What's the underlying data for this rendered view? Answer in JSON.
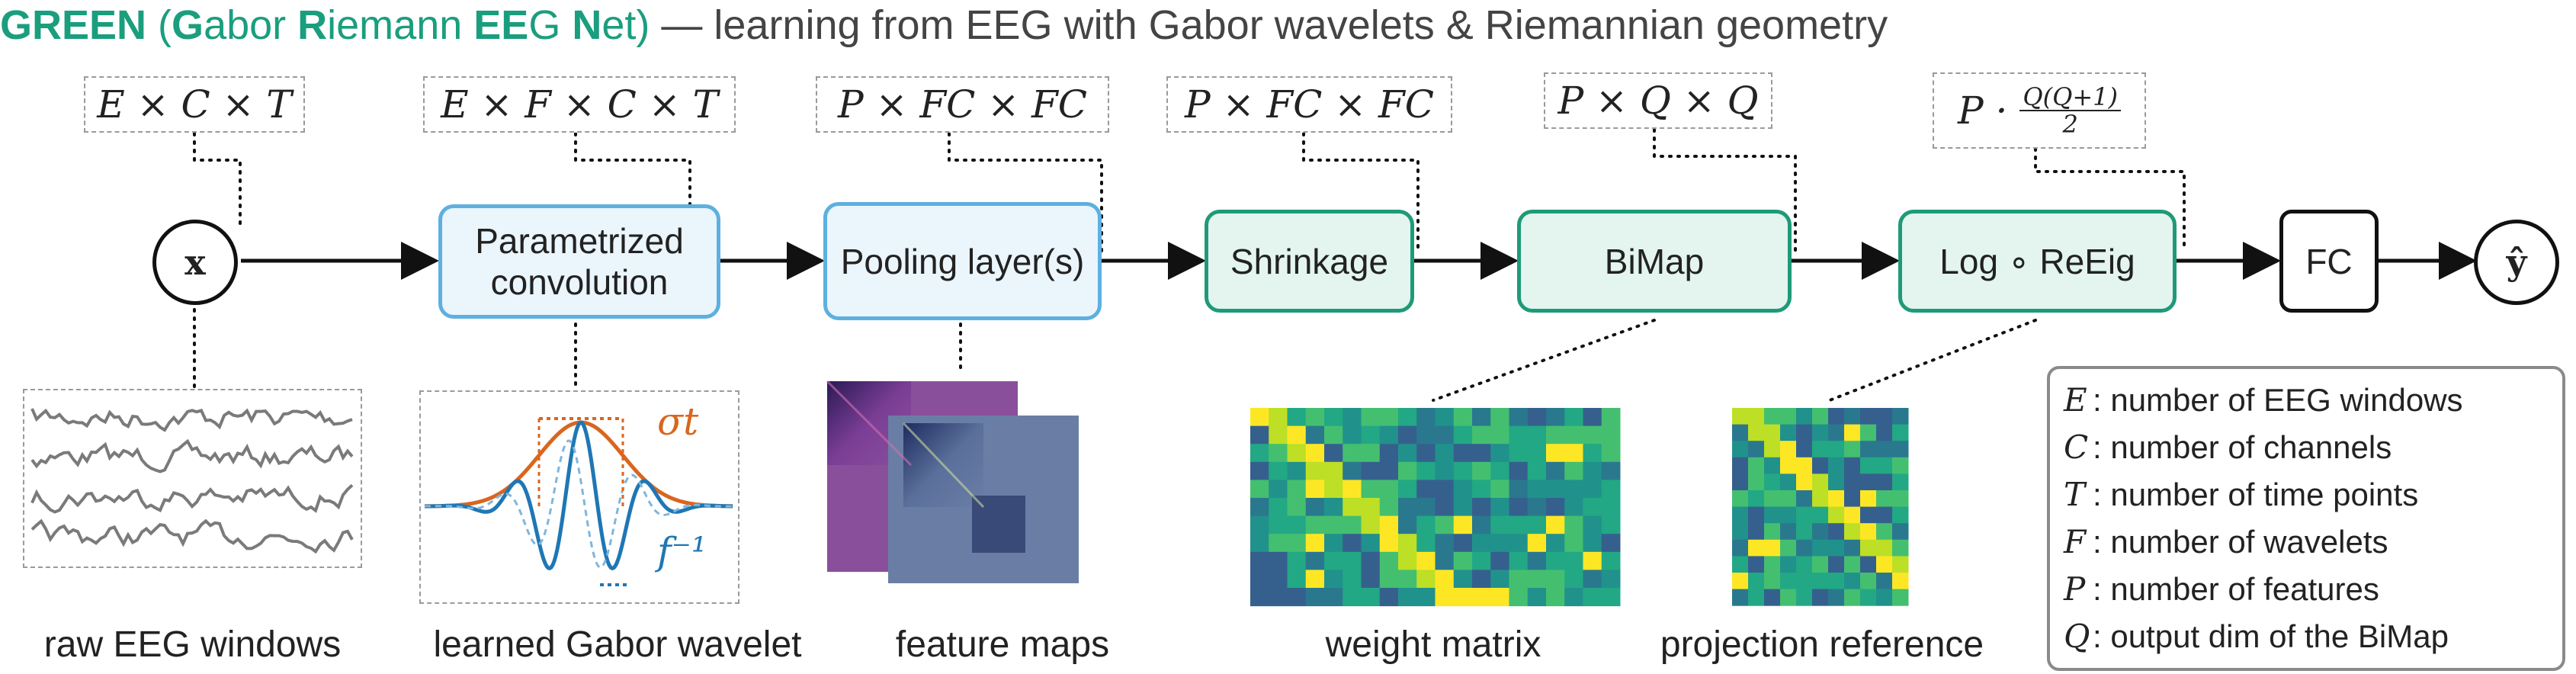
{
  "title": {
    "green": "GREEN",
    "paren_open": " (",
    "G": "G",
    "abor": "abor ",
    "R": "R",
    "iemann": "iemann ",
    "EE": "EE",
    "Gsmall": "G ",
    "N": "N",
    "et": "et)",
    "rest": " — learning from EEG with Gabor wavelets & Riemannian geometry"
  },
  "dims": {
    "input": "E × C × T",
    "conv": "E × F × C × T",
    "pool": "P × FC × FC",
    "shrink": "P × FC × FC",
    "bimap": "P × Q × Q",
    "log_prefix": "P ·",
    "log_num": "Q(Q+1)",
    "log_den": "2"
  },
  "blocks": {
    "input_symbol": "x",
    "conv": "Parametrized convolution",
    "pool": "Pooling layer(s)",
    "shrink": "Shrinkage",
    "bimap": "BiMap",
    "log": "Log  ∘ ReEig",
    "fc": "FC",
    "output_symbol": "ŷ"
  },
  "captions": {
    "raw": "raw EEG windows",
    "gabor": "learned Gabor wavelet",
    "features": "feature maps",
    "weight": "weight matrix",
    "projection": "projection reference"
  },
  "wavelet_labels": {
    "sigma": "σt",
    "freq": "f⁻¹"
  },
  "legend": [
    {
      "sym": "E",
      "text": ":  number of EEG windows"
    },
    {
      "sym": "C",
      "text": ":  number of channels"
    },
    {
      "sym": "T",
      "text": ":  number of time points"
    },
    {
      "sym": "F",
      "text": ":  number of wavelets"
    },
    {
      "sym": "P",
      "text": ":  number of features"
    },
    {
      "sym": "Q",
      "text": ":  output dim of the BiMap"
    }
  ],
  "colors": {
    "green_accent": "#1a9e7e",
    "blue_border": "#5db0e0",
    "green_border": "#1f9a78",
    "orange": "#d9661f",
    "wavelet_blue": "#1f77b4"
  }
}
